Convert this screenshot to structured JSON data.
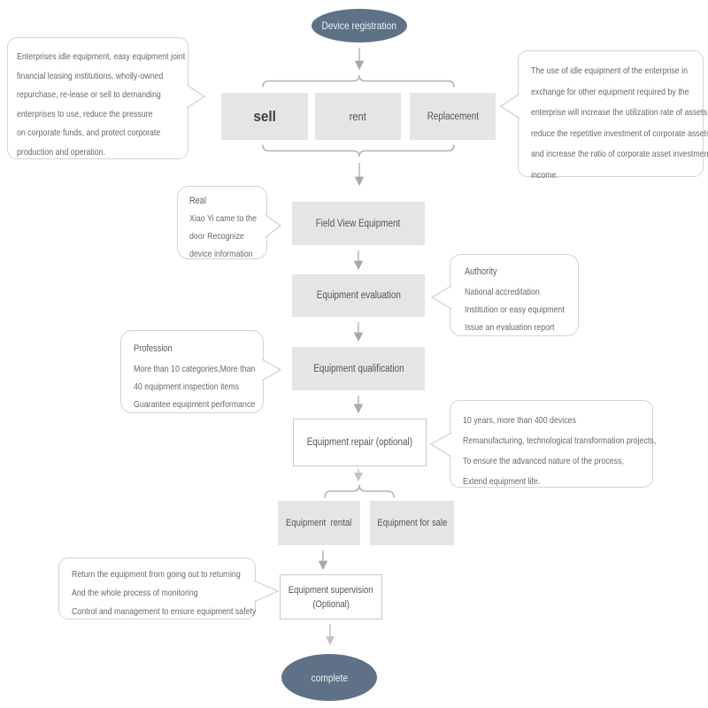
{
  "colors": {
    "terminal_fill": "#5e7187",
    "terminal_text": "#eef1f4",
    "process_fill": "#e5e5e7",
    "process_text": "#555555",
    "optional_box_border": "#c9c9cb",
    "callout_border": "#d4d4d4",
    "callout_text": "#686868",
    "connector": "#b0b0b0"
  },
  "nodes": {
    "start": {
      "label": "Device registration"
    },
    "sell": {
      "label": "sell"
    },
    "rent": {
      "label": "rent"
    },
    "replacement": {
      "label": "Replacement"
    },
    "field_view": {
      "label": "Field View Equipment"
    },
    "evaluation": {
      "label": "Equipment evaluation"
    },
    "qualification": {
      "label": "Equipment qualification"
    },
    "repair": {
      "label": "Equipment repair (optional)"
    },
    "rental": {
      "label": "Equipment  rental"
    },
    "sale": {
      "label": "Equipment for sale"
    },
    "supervision": {
      "line1": "Equipment supervision",
      "line2": "(Optional)"
    },
    "end": {
      "label": "complete"
    }
  },
  "callouts": {
    "idle_equipment": {
      "lines": [
        "Enterprises idle equipment, easy equipment joint",
        "financial leasing institutions, wholly-owned",
        "repurchase, re-lease or sell to demanding",
        "enterprises to use, reduce the pressure",
        "on corporate funds, and protect corporate",
        "production and operation."
      ]
    },
    "replacement_benefit": {
      "lines": [
        "The use of idle equipment of the enterprise in",
        "exchange for other equipment required by the",
        "enterprise will increase the utilization rate of assets,",
        "reduce the repetitive investment of corporate assets,",
        "and increase the ratio of corporate asset investment",
        "income."
      ]
    },
    "real": {
      "title": "Real",
      "lines": [
        "Xiao Yi came to the",
        "door  Recognize",
        "device information"
      ]
    },
    "authority": {
      "title": "Authority",
      "lines": [
        "National accreditation",
        "Institution or easy equipment",
        "Issue an evaluation report"
      ]
    },
    "profession": {
      "title": "Profession",
      "lines": [
        "More than 10 categories,More than",
        "40  equipment inspection items",
        "Guarantee equipment performance"
      ]
    },
    "repair_detail": {
      "lines": [
        "10 years, more than 400 devices",
        "Remanufacturing, technological transformation projects,",
        "To ensure the advanced nature of the process,",
        "Extend equipment life."
      ]
    },
    "supervision_detail": {
      "lines": [
        "Return the equipment from going out to returning",
        "And the whole process of monitoring",
        "Control and management to ensure equipment safety"
      ]
    }
  }
}
